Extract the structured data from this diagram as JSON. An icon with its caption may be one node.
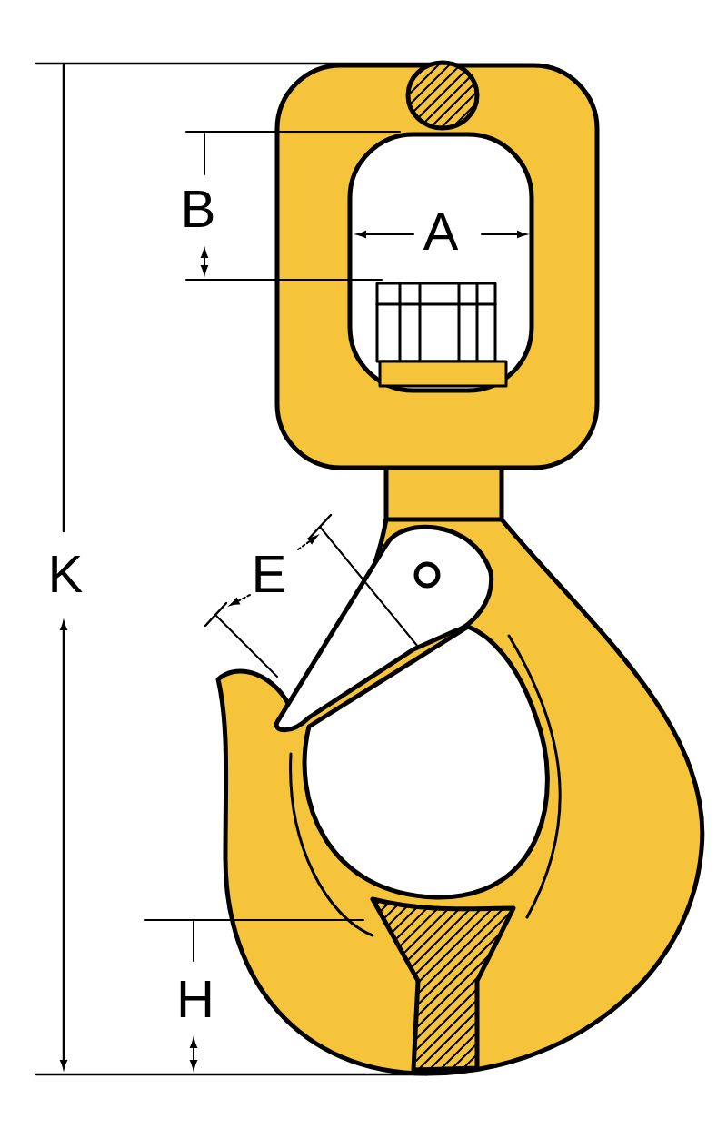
{
  "diagram": {
    "labels": [
      "B",
      "A",
      "K",
      "E",
      "H"
    ]
  }
}
